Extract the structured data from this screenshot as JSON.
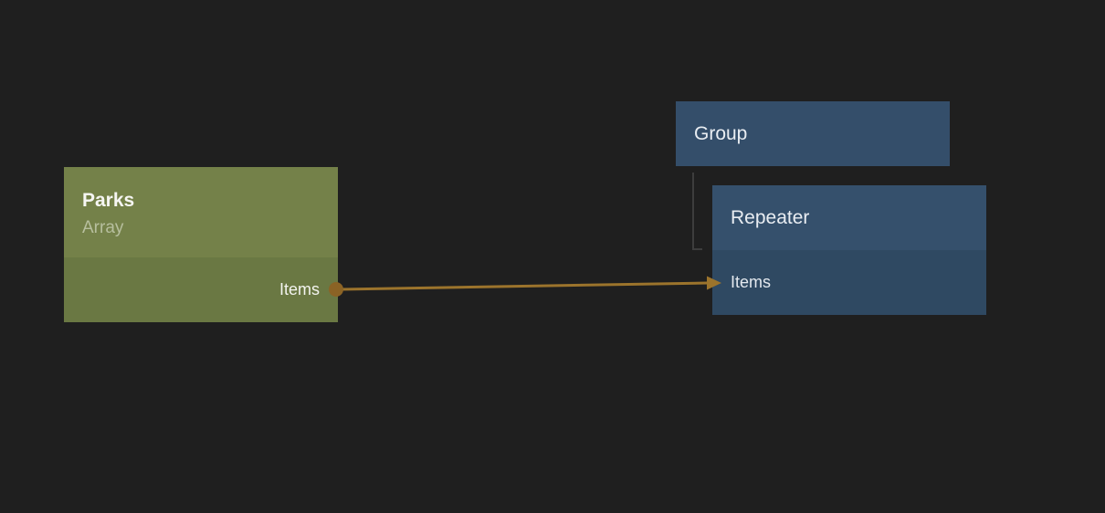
{
  "canvas": {
    "background": "#1f1f1f"
  },
  "nodes": {
    "parks": {
      "title": "Parks",
      "subtitle": "Array",
      "output_port": {
        "label": "Items"
      },
      "colors": {
        "header": "#748149",
        "body": "#6a7843"
      }
    },
    "group": {
      "title": "Group",
      "colors": {
        "header": "#344e6a"
      }
    },
    "repeater": {
      "title": "Repeater",
      "input_port": {
        "label": "Items"
      },
      "colors": {
        "header": "#35506c",
        "row": "#2f4962"
      }
    }
  },
  "connections": {
    "data_wire": {
      "from": "Parks.Items",
      "to": "Repeater.Items",
      "color": "#9c742c",
      "port_dot_color": "#8b6325"
    },
    "child_link": {
      "from": "Group",
      "to": "Repeater",
      "color": "#3d3d3d"
    }
  }
}
